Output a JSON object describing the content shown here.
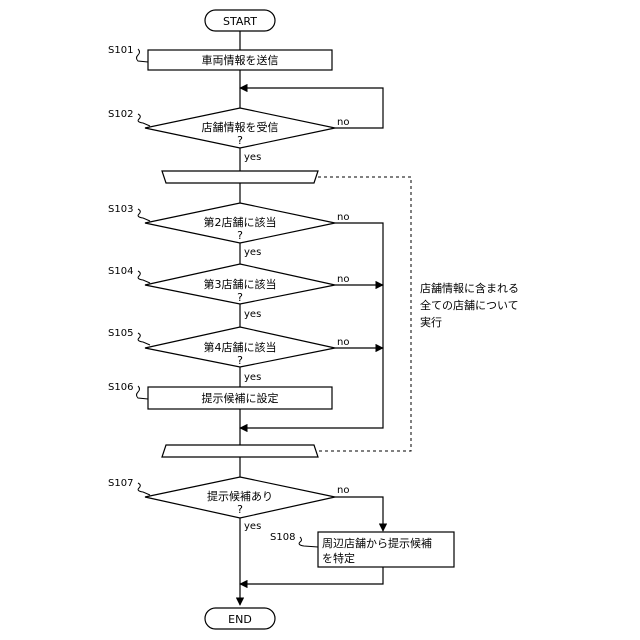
{
  "nodes": {
    "start": "START",
    "s101": "車両情報を送信",
    "s102": "店舗情報を受信",
    "s103": "第2店舗に該当",
    "s104": "第3店舗に該当",
    "s105": "第4店舗に該当",
    "s106": "提示候補に設定",
    "s107": "提示候補あり",
    "s108_line1": "周辺店舗から提示候補",
    "s108_line2": "を特定",
    "end": "END"
  },
  "step_labels": {
    "s101": "S101",
    "s102": "S102",
    "s103": "S103",
    "s104": "S104",
    "s105": "S105",
    "s106": "S106",
    "s107": "S107",
    "s108": "S108"
  },
  "branch_labels": {
    "question": "?",
    "yes": "yes",
    "no": "no"
  },
  "loop_note": [
    "店舗情報に含まれる",
    "全ての店舗について",
    "実行"
  ]
}
